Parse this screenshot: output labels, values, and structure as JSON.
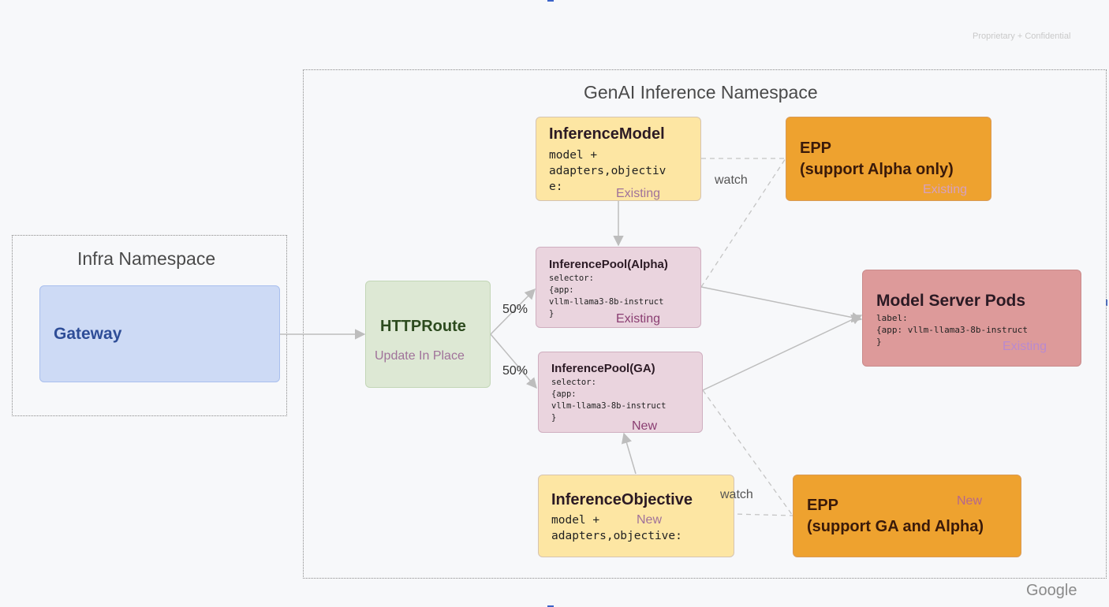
{
  "header": {
    "confidential": "Proprietary + Confidential"
  },
  "footer": {
    "brand": "Google"
  },
  "infra_namespace": {
    "title": "Infra Namespace",
    "gateway": "Gateway"
  },
  "genai_namespace": {
    "title": "GenAI Inference Namespace"
  },
  "httproute": {
    "title": "HTTPRoute",
    "status": "Update In Place"
  },
  "split": {
    "alpha_pct": "50%",
    "ga_pct": "50%"
  },
  "inference_model": {
    "title": "InferenceModel",
    "line1": "model +",
    "line2": "adapters,objectiv",
    "line3": "e:",
    "status": "Existing"
  },
  "pool_alpha": {
    "title": "InferencePool(Alpha)",
    "line1": "selector:",
    "line2": "{app:",
    "line3": "vllm-llama3-8b-instruct",
    "line4": "}",
    "status": "Existing"
  },
  "pool_ga": {
    "title": "InferencePool(GA)",
    "line1": "selector:",
    "line2": "{app:",
    "line3": "vllm-llama3-8b-instruct",
    "line4": "}",
    "status": "New"
  },
  "inference_objective": {
    "title": "InferenceObjective",
    "line1": "model +",
    "line2": "adapters,objective:",
    "status": "New"
  },
  "epp_alpha": {
    "line1": "EPP",
    "line2": "(support Alpha only)",
    "status": "Existing"
  },
  "epp_ga": {
    "line1": "EPP",
    "line2": "(support GA and Alpha)",
    "status": "New"
  },
  "model_server": {
    "title": "Model Server Pods",
    "line1": "label:",
    "line2": "{app: vllm-llama3-8b-instruct",
    "line3": "}",
    "status": "Existing"
  },
  "watch_labels": {
    "top": "watch",
    "bottom": "watch"
  },
  "colors": {
    "gateway_fill": "#cddaf5",
    "httproute_fill": "#dde8d4",
    "model_fill": "#fde6a3",
    "pool_fill": "#ead4de",
    "epp_fill": "#eea22f",
    "server_fill": "#dd9a9a",
    "status_purple": "#a0729a"
  }
}
